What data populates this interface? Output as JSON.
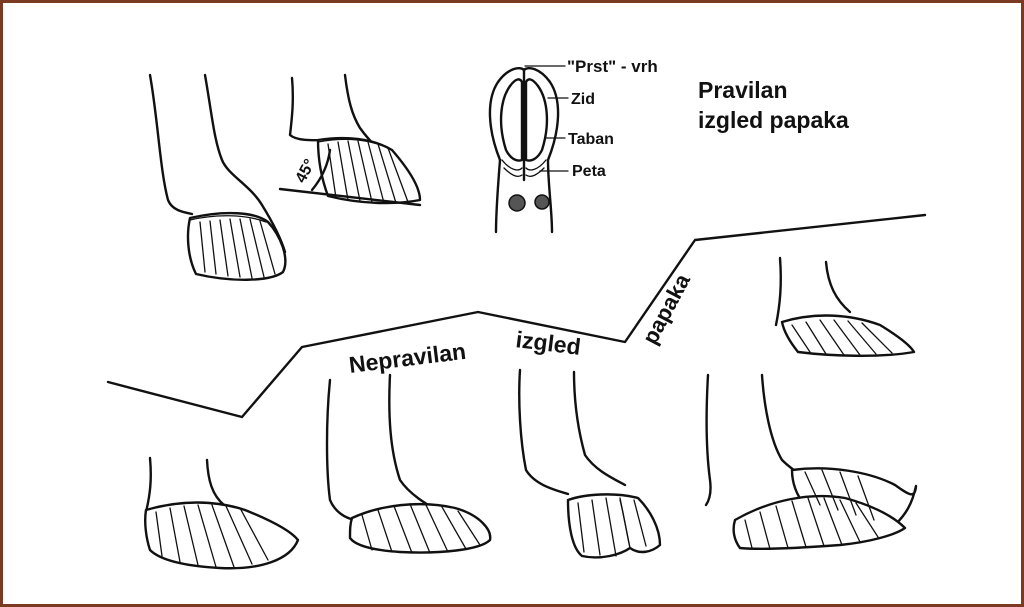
{
  "labels": {
    "prst_vrh": "\"Prst\" - vrh",
    "zid": "Zid",
    "taban": "Taban",
    "peta": "Peta",
    "pravilan_line1": "Pravilan",
    "pravilan_line2": "izgled papaka",
    "angle": "45°",
    "nepravilan": "Nepravilan",
    "izgled": "izgled",
    "papaka": "papaka"
  },
  "colors": {
    "border": "#7a3b22",
    "ink": "#111111"
  }
}
